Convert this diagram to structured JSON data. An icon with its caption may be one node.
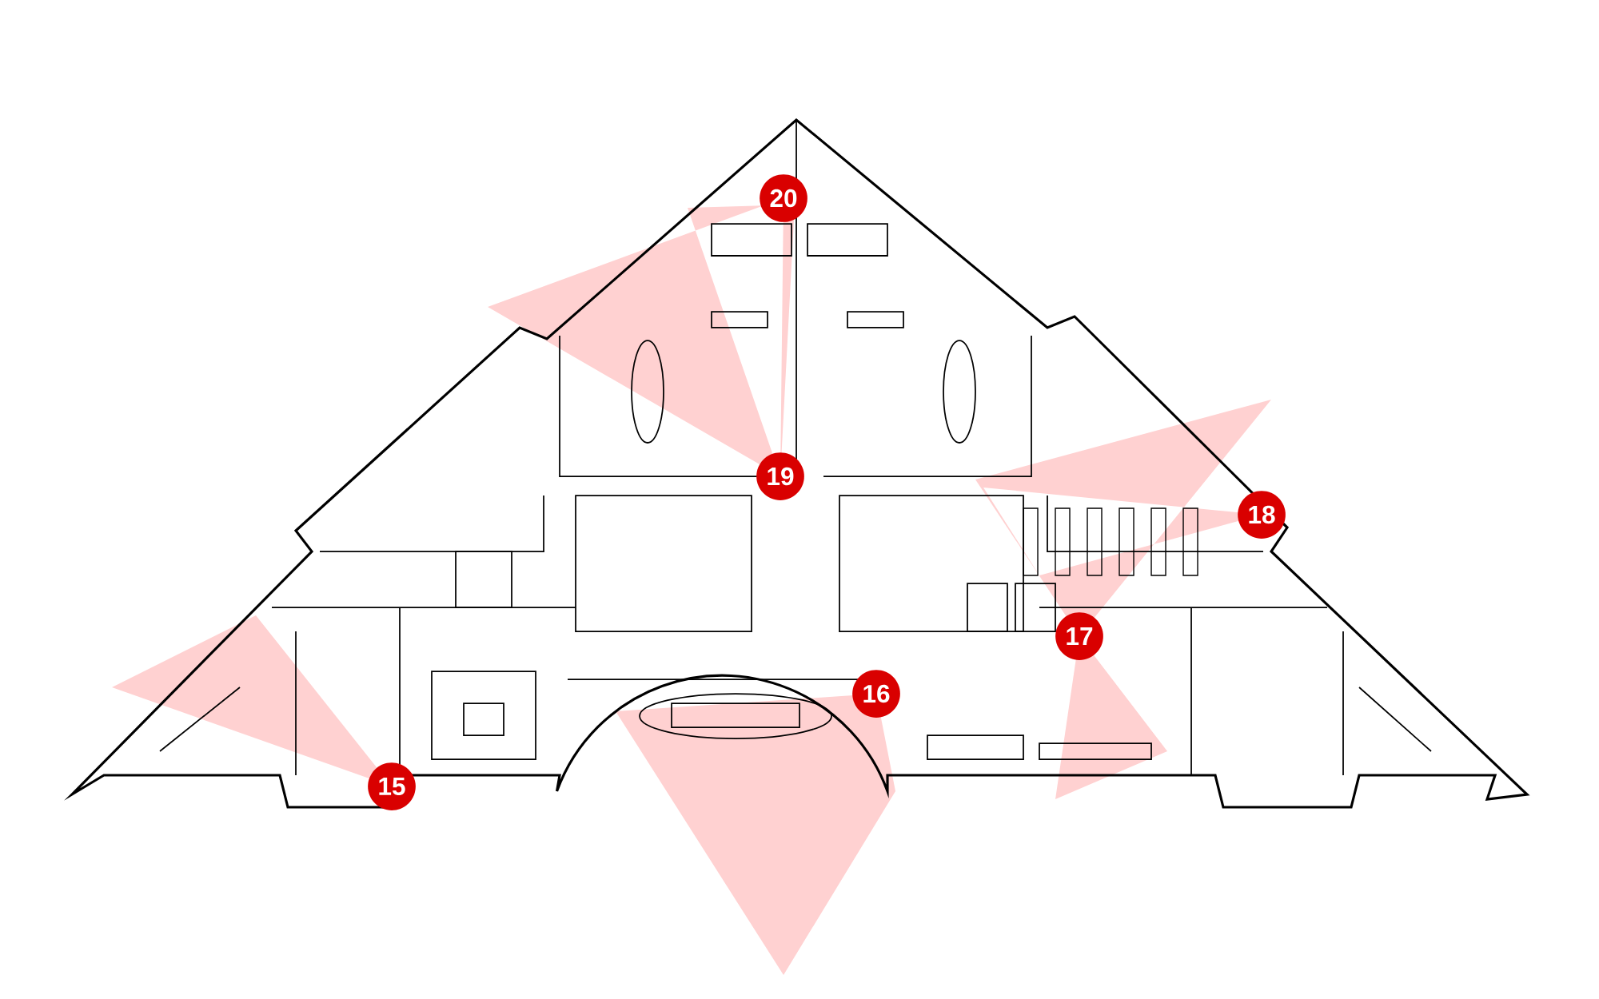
{
  "diagram": {
    "nodes": [
      {
        "text": [
          "20"
        ]
      },
      {
        "text": [
          "19"
        ]
      },
      {
        "text": [
          "18"
        ]
      },
      {
        "text": [
          "17"
        ]
      },
      {
        "text": [
          "16"
        ]
      },
      {
        "text": [
          "15"
        ]
      }
    ]
  }
}
